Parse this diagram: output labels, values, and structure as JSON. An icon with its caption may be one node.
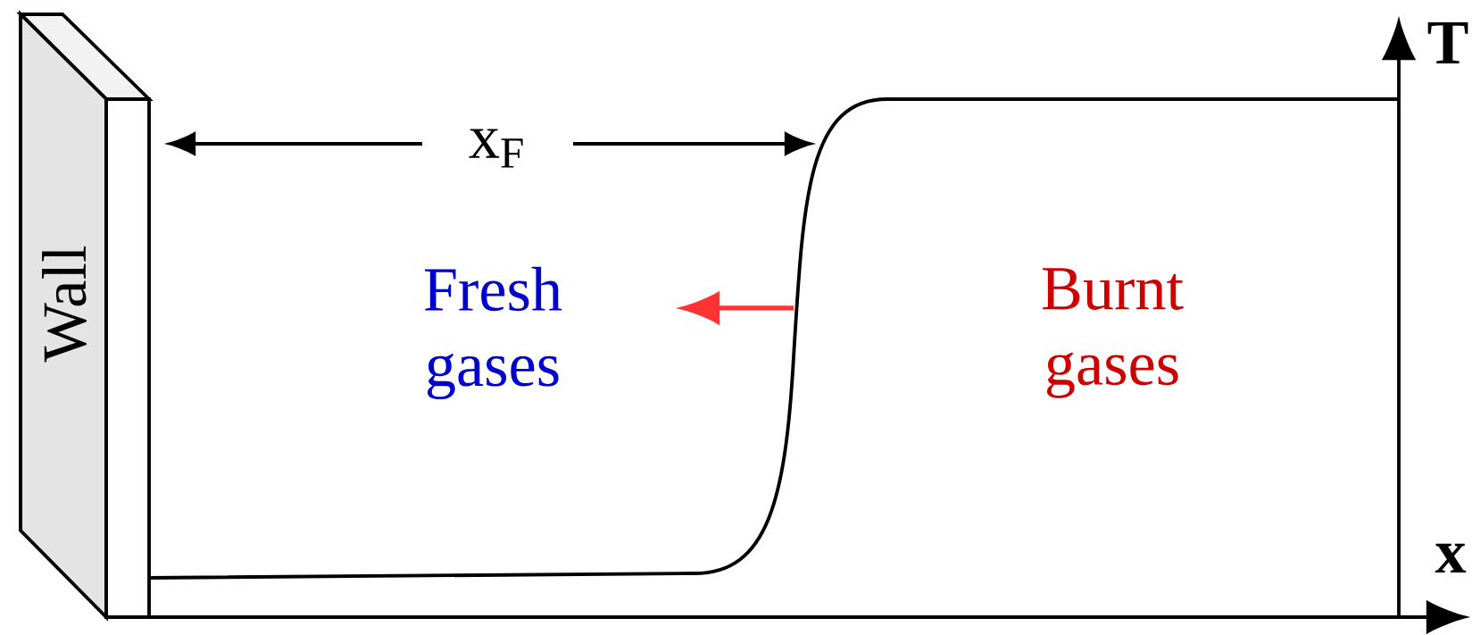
{
  "diagram": {
    "nodes": [
      {
        "text": [
          "Wall"
        ]
      }
    ],
    "labels": [
      "x$_{F}$",
      "Fresh gases",
      "Burnt gases",
      "T",
      "x"
    ]
  }
}
